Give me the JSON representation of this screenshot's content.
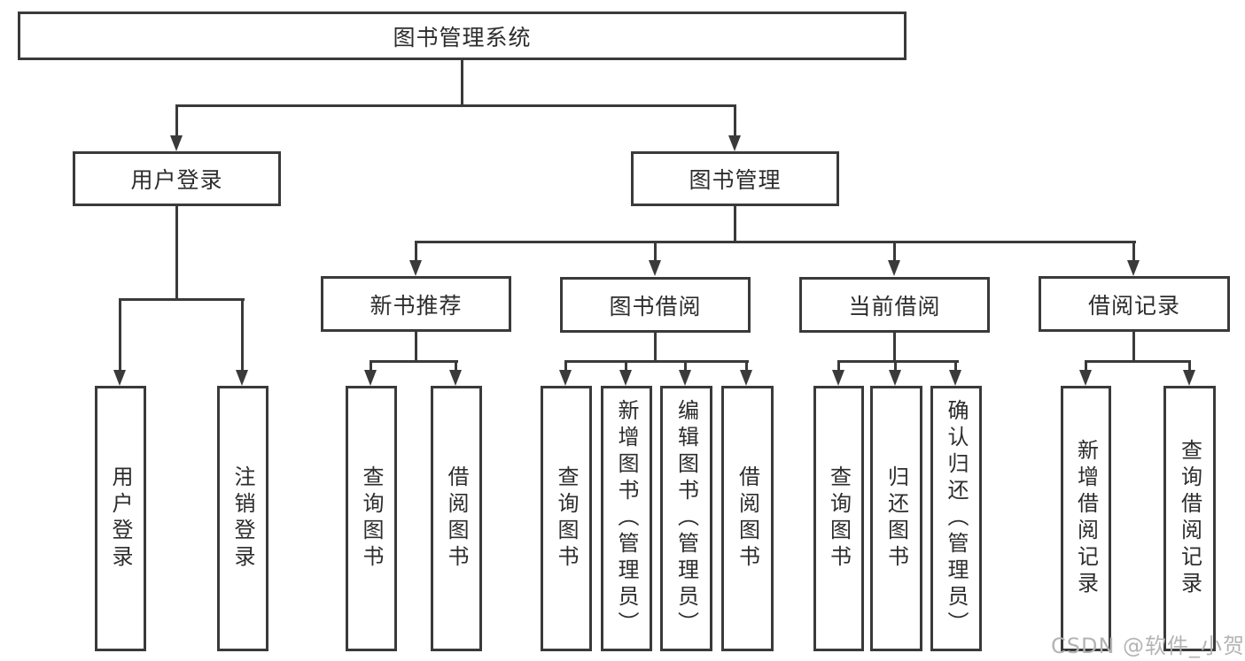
{
  "colors": {
    "line": "#3a3a3a",
    "text": "#2d2d2d",
    "background": "#ffffff",
    "watermark": "#b4b4b4"
  },
  "tree": {
    "root": {
      "label": "图书管理系统"
    },
    "branches": [
      {
        "label": "用户登录",
        "leaves": [
          "用户登录",
          "注销登录"
        ]
      },
      {
        "label": "图书管理",
        "children": [
          {
            "label": "新书推荐",
            "leaves": [
              "查询图书",
              "借阅图书"
            ]
          },
          {
            "label": "图书借阅",
            "leaves": [
              "查询图书",
              "新增图书（管理员）",
              "编辑图书（管理员）",
              "借阅图书"
            ]
          },
          {
            "label": "当前借阅",
            "leaves": [
              "查询图书",
              "归还图书",
              "确认归还（管理员）"
            ]
          },
          {
            "label": "借阅记录",
            "leaves": [
              "新增借阅记录",
              "查询借阅记录"
            ]
          }
        ]
      }
    ]
  },
  "watermark": {
    "text": "CSDN @软件_小贺同学"
  }
}
